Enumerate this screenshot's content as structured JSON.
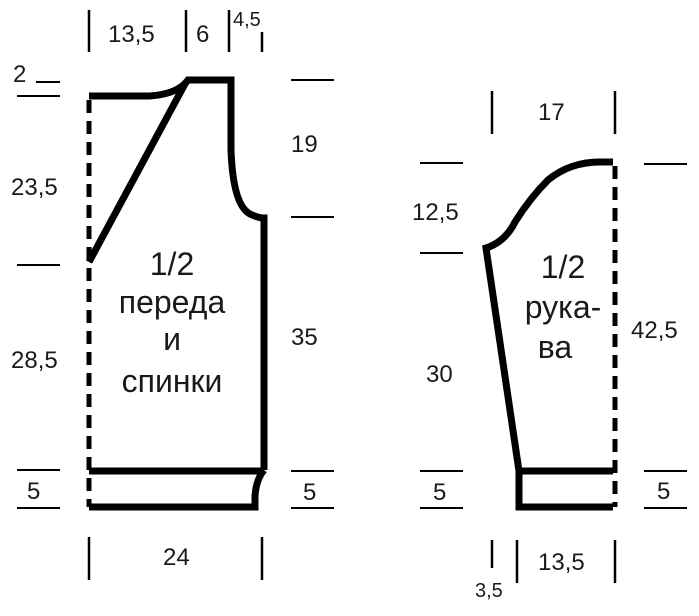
{
  "colors": {
    "ink": "#000000",
    "text": "#1a1a1a",
    "background": "#ffffff"
  },
  "body_piece": {
    "title_lines": [
      "1/2",
      "переда",
      "и",
      "спинки"
    ],
    "top_widths": {
      "neck_side": "13,5",
      "shoulder": "6",
      "armhole_inset": "4,5"
    },
    "left_heights": {
      "shoulder_slope": "2",
      "neck_depth": "23,5",
      "lower_body": "28,5",
      "hem": "5"
    },
    "right_heights": {
      "armhole": "19",
      "side": "35",
      "hem": "5"
    },
    "bottom_width": "24"
  },
  "sleeve_piece": {
    "title_lines": [
      "1/2",
      "рука-",
      "ва"
    ],
    "top_width": "17",
    "left_heights": {
      "cap": "12,5",
      "sleeve": "30",
      "cuff": "5"
    },
    "right_heights": {
      "total": "42,5",
      "cuff": "5"
    },
    "bottom_widths": {
      "offset": "3,5",
      "cuff": "13,5"
    }
  }
}
